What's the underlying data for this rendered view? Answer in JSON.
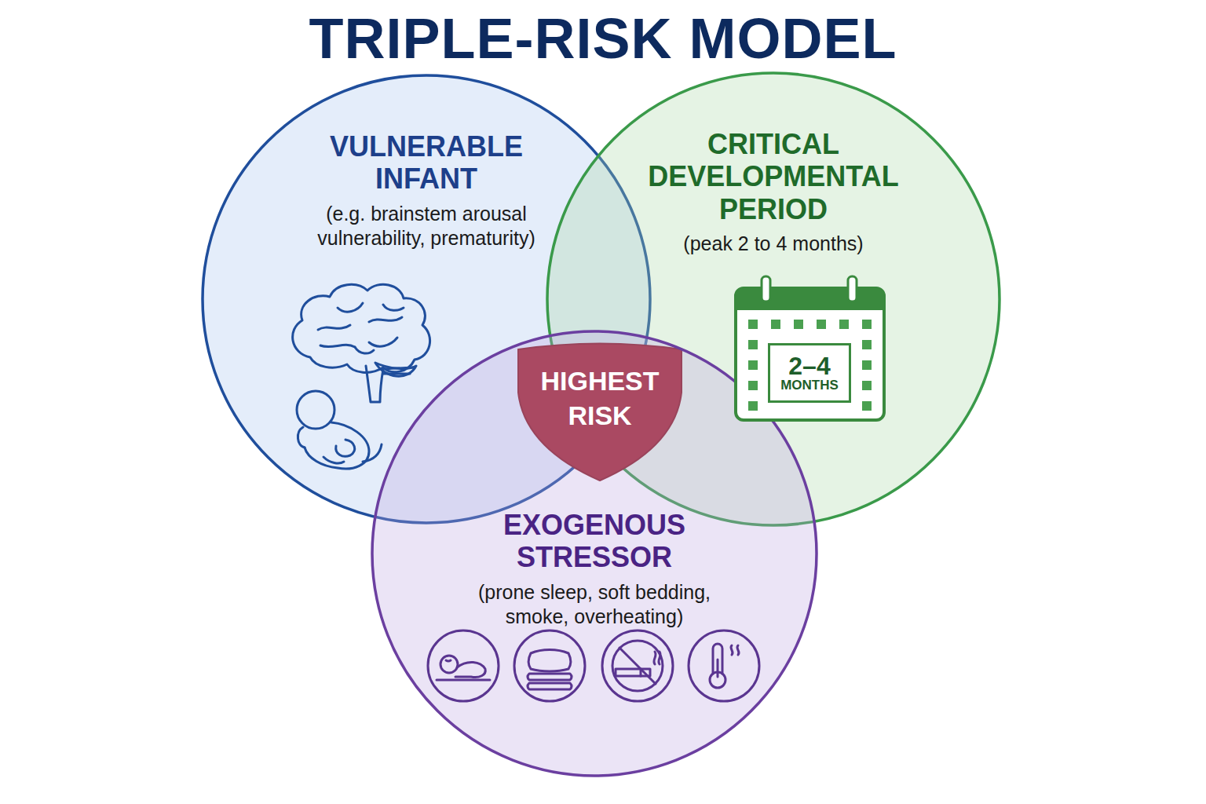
{
  "diagram": {
    "title": "TRIPLE-RISK MODEL",
    "nodes": [
      {
        "text": [
          "VULNERABLE INFANT",
          "(e.g. brainstem arousal vulnerability, prematurity)"
        ]
      },
      {
        "text": [
          "CRITICAL DEVELOPMENTAL PERIOD",
          "(peak 2 to 4 months)"
        ]
      },
      {
        "text": [
          "2–4",
          "MONTHS"
        ],
        "in": 1
      },
      {
        "text": [
          "HIGHEST RISK"
        ]
      },
      {
        "text": [
          "EXOGENOUS STRESSOR",
          "(prone sleep, soft bedding, smoke, overheating)"
        ]
      }
    ]
  }
}
